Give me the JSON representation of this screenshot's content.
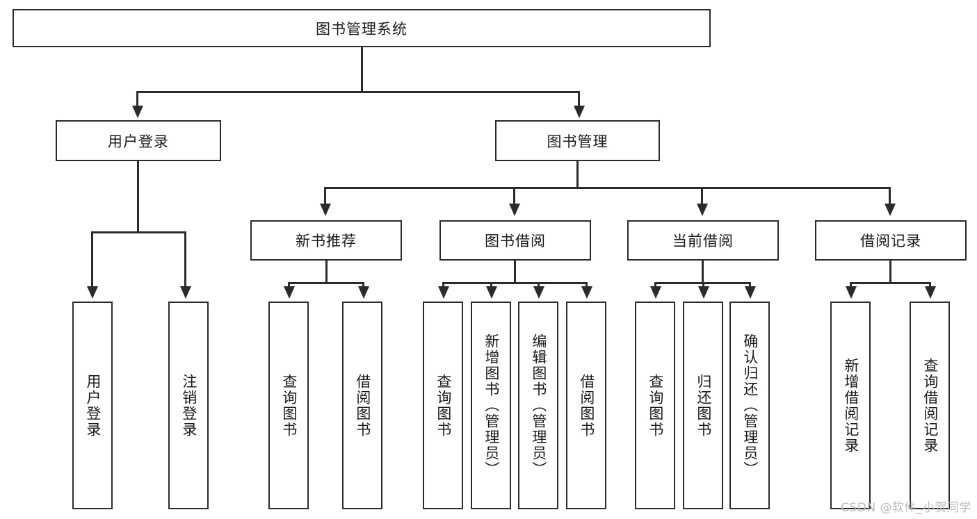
{
  "diagram": {
    "title": "图书管理系统",
    "watermark": "CSDN @软件_小贺同学",
    "accent_color": "#2b2b2b",
    "background_color": "#ffffff",
    "nodes": {
      "root": "图书管理系统",
      "l1_user_login": "用户登录",
      "l1_book_manage": "图书管理",
      "l2_new_book_rec": "新书推荐",
      "l2_book_borrow": "图书借阅",
      "l2_current_borrow": "当前借阅",
      "l2_borrow_record": "借阅记录",
      "leaf_user_login": "用户登录",
      "leaf_logout_login": "注销登录",
      "leaf_query_book_1": "查询图书",
      "leaf_borrow_book_1": "借阅图书",
      "leaf_query_book_2": "查询图书",
      "leaf_add_book_admin": "新增图书（管理员）",
      "leaf_edit_book_admin": "编辑图书（管理员）",
      "leaf_borrow_book_2": "借阅图书",
      "leaf_query_book_3": "查询图书",
      "leaf_return_book": "归还图书",
      "leaf_confirm_return_admin": "确认归还（管理员）",
      "leaf_add_borrow_record": "新增借阅记录",
      "leaf_query_borrow_record": "查询借阅记录"
    }
  }
}
